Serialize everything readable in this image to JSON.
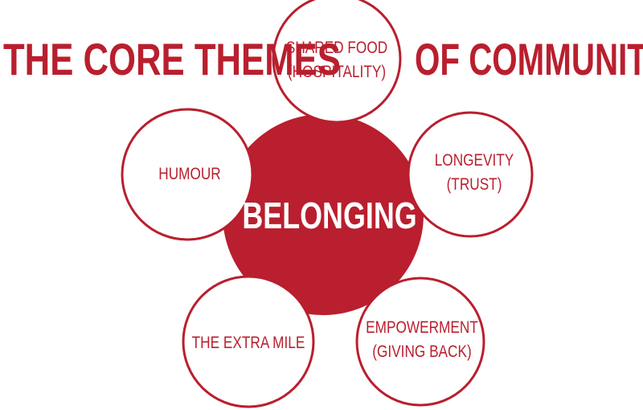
{
  "colors": {
    "accent": "#b91f2e",
    "background": "#ffffff",
    "center_text": "#ffffff"
  },
  "title": {
    "left": "THE CORE THEMES",
    "right": "OF COMMUNITY"
  },
  "center": {
    "label": "BELONGING"
  },
  "themes": [
    {
      "id": "shared-food",
      "line1": "SHARED FOOD",
      "line2": "(HOSPITALITY)"
    },
    {
      "id": "longevity",
      "line1": "LONGEVITY",
      "line2": "(TRUST)"
    },
    {
      "id": "empowerment",
      "line1": "EMPOWERMENT",
      "line2": "(GIVING BACK)"
    },
    {
      "id": "extra-mile",
      "line1": "THE EXTRA MILE",
      "line2": ""
    },
    {
      "id": "humour",
      "line1": "HUMOUR",
      "line2": ""
    }
  ]
}
